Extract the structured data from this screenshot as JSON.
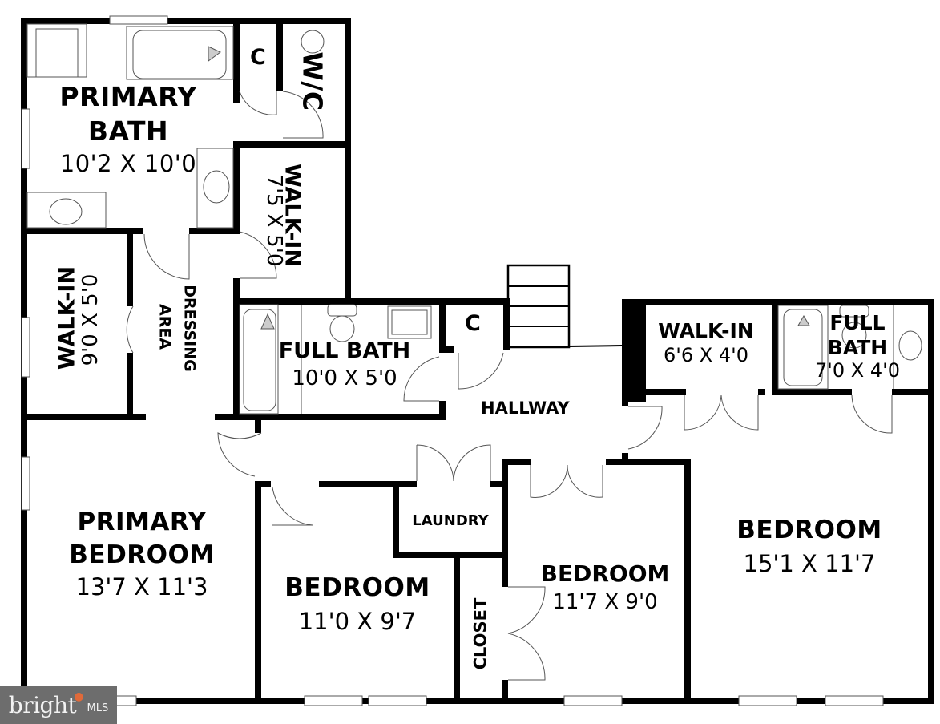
{
  "rooms": {
    "primary_bath": {
      "name_line1": "PRIMARY",
      "name_line2": "BATH",
      "dims": "10'2 X 10'0"
    },
    "closet_top": {
      "name": "C"
    },
    "water_closet": {
      "name": "W/C"
    },
    "walk_in_top": {
      "name": "WALK-IN",
      "dims": "7'5 X 5'0"
    },
    "walk_in_left": {
      "name": "WALK-IN",
      "dims": "9'0 X 5'0"
    },
    "dressing_area": {
      "name_line1": "DRESSING",
      "name_line2": "AREA"
    },
    "full_bath_hall": {
      "name": "FULL BATH",
      "dims": "10'0 X 5'0"
    },
    "closet_hall": {
      "name": "C"
    },
    "hallway": {
      "name": "HALLWAY"
    },
    "walk_in_right": {
      "name": "WALK-IN",
      "dims": "6'6 X 4'0"
    },
    "full_bath_right": {
      "name_line1": "FULL",
      "name_line2": "BATH",
      "dims": "7'0 X 4'0"
    },
    "primary_bedroom": {
      "name_line1": "PRIMARY",
      "name_line2": "BEDROOM",
      "dims": "13'7 X 11'3"
    },
    "bedroom_2": {
      "name": "BEDROOM",
      "dims": "11'0 X 9'7"
    },
    "laundry": {
      "name": "LAUNDRY"
    },
    "closet_bottom": {
      "name": "CLOSET"
    },
    "bedroom_3": {
      "name": "BEDROOM",
      "dims": "11'7 X 9'0"
    },
    "bedroom_4": {
      "name": "BEDROOM",
      "dims": "15'1 X 11'7"
    }
  },
  "watermark": {
    "brand": "bright",
    "suffix": "MLS"
  },
  "colors": {
    "wall": "#000000",
    "fixture": "#555555",
    "background": "#ffffff",
    "watermark_bg": "#6d6d6d",
    "watermark_accent": "#e06a3a"
  }
}
